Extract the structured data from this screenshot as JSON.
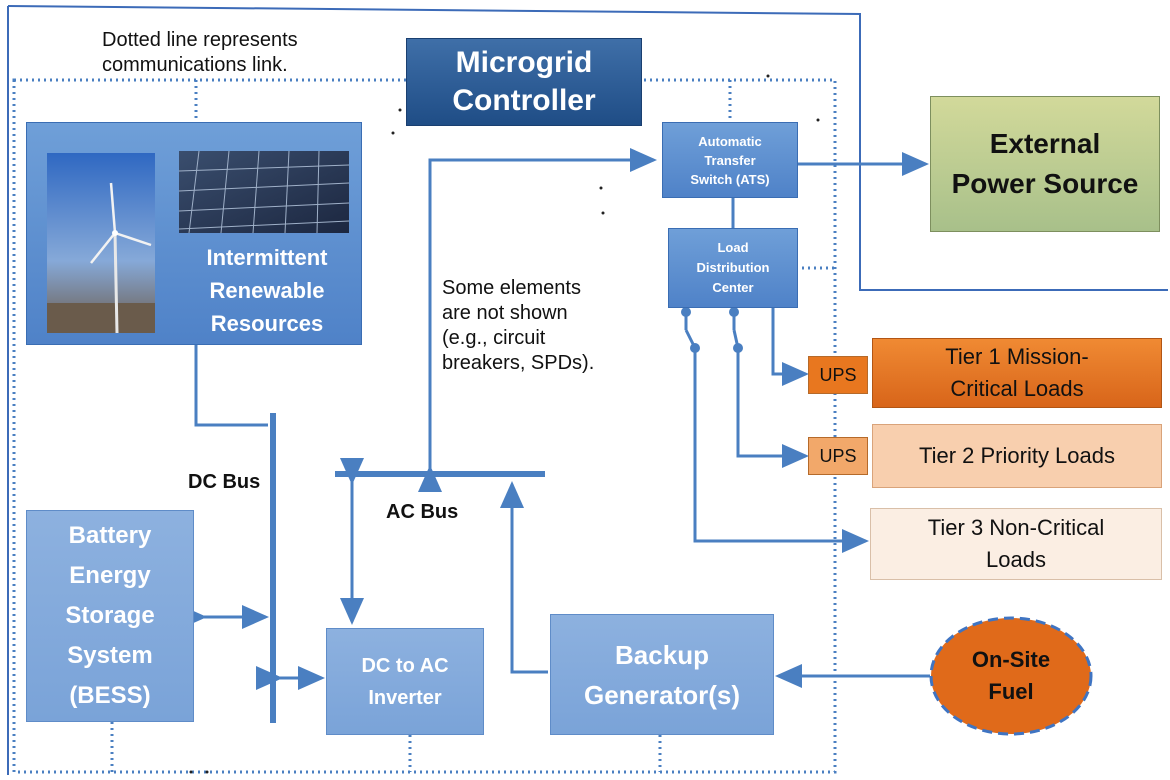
{
  "note_comm": "Dotted line represents\ncommunications link.",
  "controller": "Microgrid\nController",
  "renewables": "Intermittent\nRenewable\nResources",
  "ats": "Automatic\nTransfer\nSwitch (ATS)",
  "ldc": "Load\nDistribution\nCenter",
  "external": "External\nPower Source",
  "note_elements": "Some elements\nare  not shown\n(e.g., circuit\nbreakers, SPDs).",
  "dc_bus": "DC Bus",
  "ac_bus": "AC Bus",
  "bess": "Battery\nEnergy\nStorage\nSystem\n(BESS)",
  "inverter": "DC to AC\nInverter",
  "generator": "Backup\nGenerator(s)",
  "fuel": "On-Site\nFuel",
  "ups_label": "UPS",
  "tier1": "Tier 1 Mission-\nCritical Loads",
  "tier2": "Tier 2 Priority Loads",
  "tier3": "Tier 3 Non-Critical\nLoads",
  "colors": {
    "box_blue": "#5b8fd0",
    "controller": "#2a5a96",
    "external": "#b9c98a",
    "tier1": "#e8771f",
    "tier2": "#f7c8a2",
    "tier3": "#fbeee3",
    "fuel": "#e06a1a",
    "wire": "#4a7fc1"
  },
  "icons": [
    "wind-turbine-photo",
    "solar-panel-photo"
  ]
}
